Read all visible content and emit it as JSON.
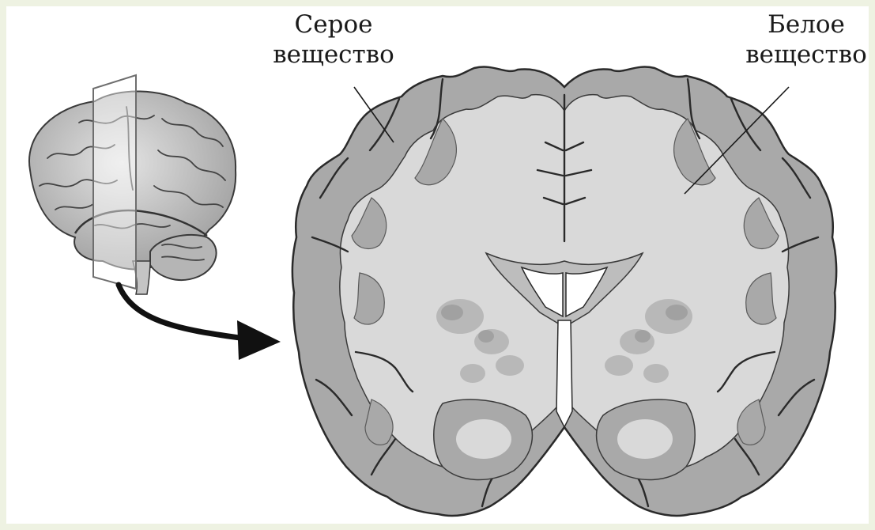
{
  "labels": {
    "gray_matter": {
      "line1": "Серое",
      "line2": "вещество"
    },
    "white_matter": {
      "line1": "Белое",
      "line2": "вещество"
    }
  },
  "colors": {
    "gray_matter": "#a9a9a9",
    "white_matter": "#d9d9d9",
    "outline": "#2a2a2a",
    "arrow": "#111111",
    "brain_surface": "#c8c8c8"
  },
  "icons": {
    "brain_3d": "brain-lateral-view-icon",
    "slice_plane": "coronal-plane-icon",
    "arrow": "curved-arrow-icon"
  }
}
